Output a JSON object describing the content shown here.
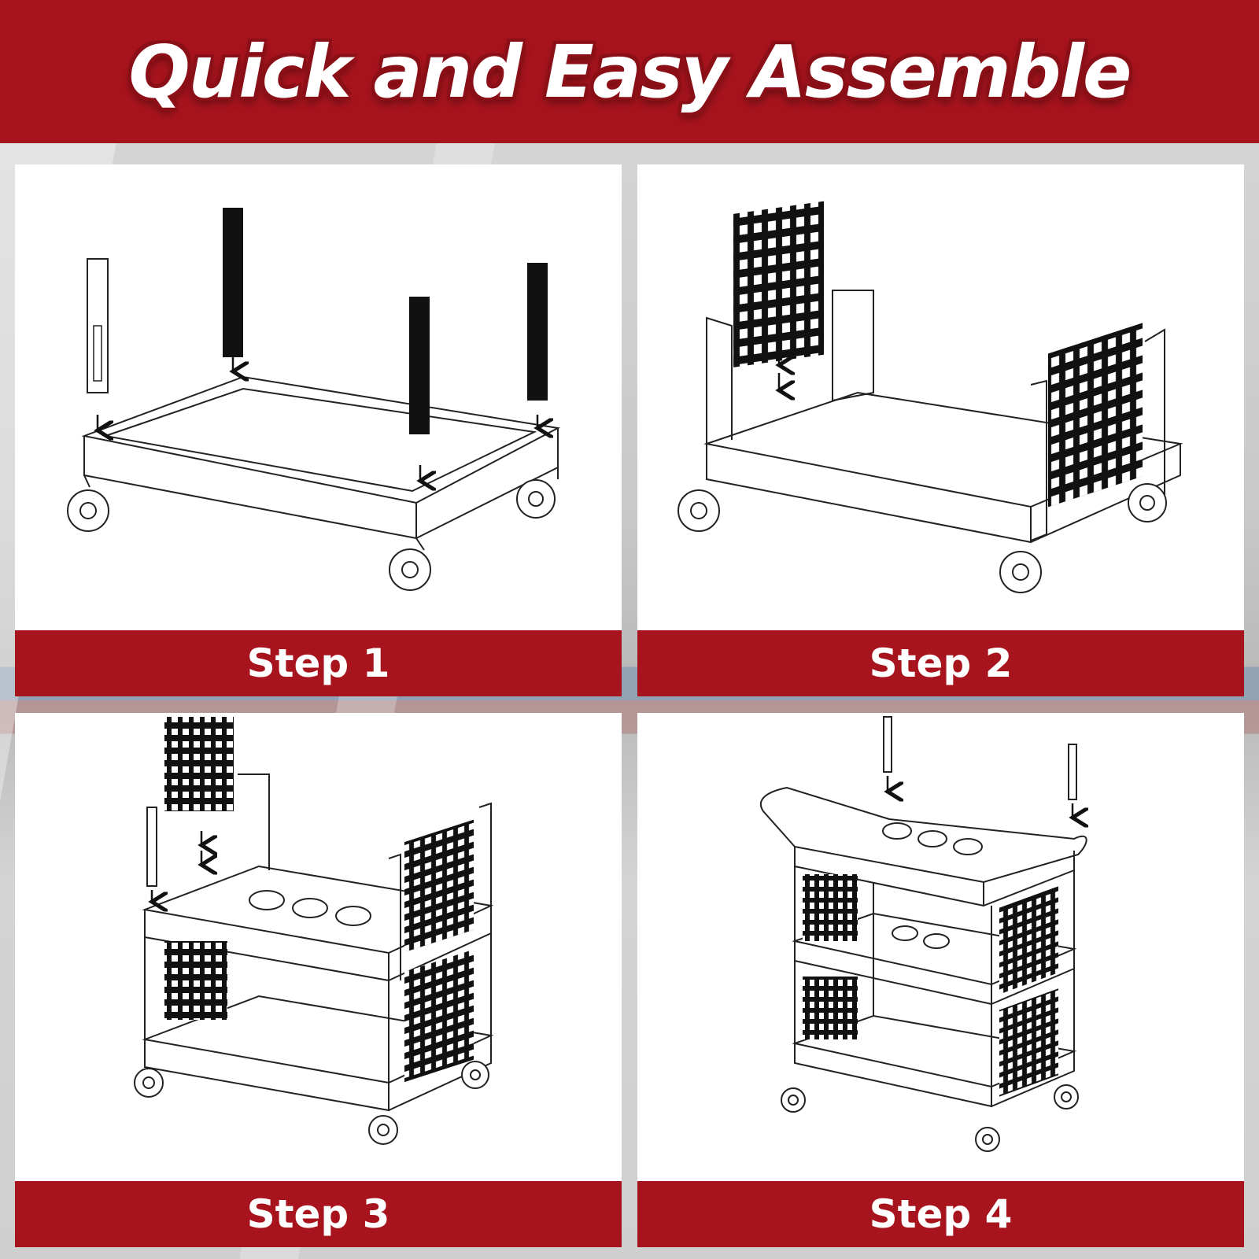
{
  "header": {
    "title": "Quick and Easy Assemble"
  },
  "colors": {
    "brand_red": "#a8141e",
    "panel_bg": "#ffffff",
    "line": "#222222"
  },
  "steps": [
    {
      "label": "Step 1",
      "icon": "cart-base-with-posts-illustration"
    },
    {
      "label": "Step 2",
      "icon": "cart-side-panels-illustration"
    },
    {
      "label": "Step 3",
      "icon": "cart-two-shelves-illustration"
    },
    {
      "label": "Step 4",
      "icon": "cart-complete-with-handles-illustration"
    }
  ]
}
